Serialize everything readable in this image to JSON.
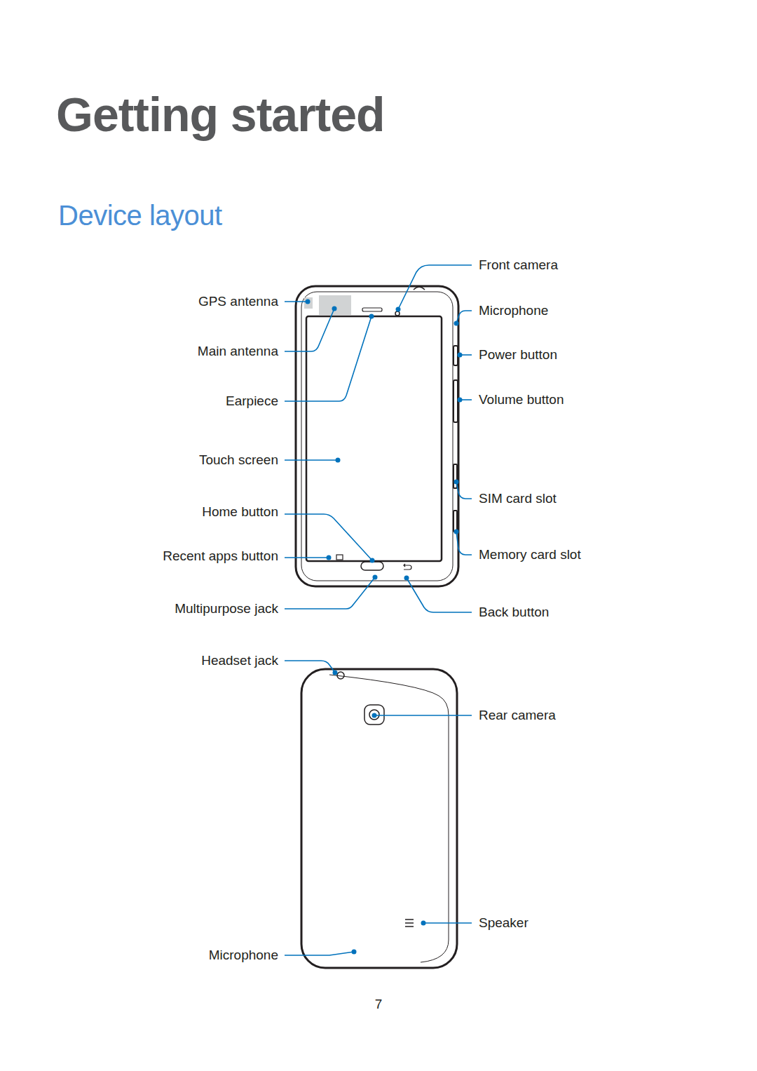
{
  "diagram": {
    "title": "Getting started",
    "labels": [
      "Device layout",
      "Front camera",
      "GPS antenna",
      "Microphone",
      "Main antenna",
      "Power button",
      "Earpiece",
      "Volume button",
      "Touch screen",
      "SIM card slot",
      "Home button",
      "Recent apps button",
      "Memory card slot",
      "Multipurpose jack",
      "Back button",
      "Headset jack",
      "Rear camera",
      "Speaker",
      "Microphone",
      "7"
    ]
  }
}
